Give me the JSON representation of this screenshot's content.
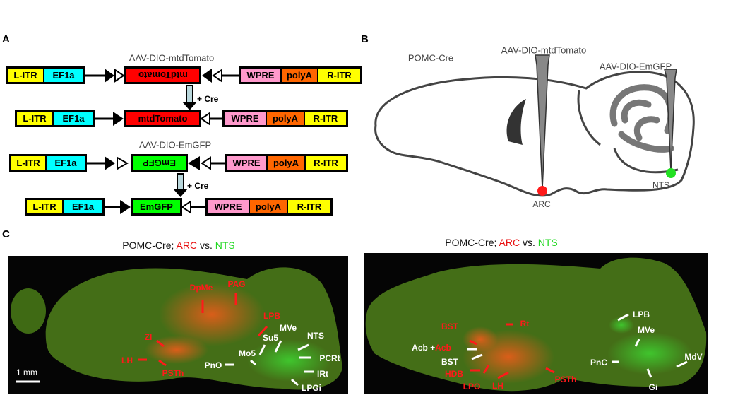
{
  "panels": {
    "a": "A",
    "b": "B",
    "c": "C"
  },
  "panel_a": {
    "construct1_title": "AAV-DIO-mtdTomato",
    "construct2_title": "AAV-DIO-EmGFP",
    "cre_label": "+ Cre",
    "elements": {
      "litr": "L-ITR",
      "ef1a": "EF1a",
      "mtdtomato": "mtdTomato",
      "emgfp": "EmGFP",
      "wpre": "WPRE",
      "polya": "polyA",
      "ritr": "R-ITR"
    },
    "colors": {
      "litr": "#ffff00",
      "ef1a": "#00ffff",
      "mtdtomato": "#ff0000",
      "emgfp": "#00ff00",
      "wpre": "#ff99cc",
      "polya": "#ff6600",
      "ritr": "#ffff00"
    }
  },
  "panel_b": {
    "mouse_line": "POMC-Cre",
    "virus1": "AAV-DIO-mtdTomato",
    "virus2": "AAV-DIO-EmGFP",
    "site1": "ARC",
    "site2": "NTS"
  },
  "panel_c": {
    "title_prefix": "POMC-Cre; ",
    "title_red": "ARC",
    "title_mid": " vs. ",
    "title_green": "NTS",
    "scale_bar": "1 mm",
    "left_labels": {
      "dpme": "DpMe",
      "pag": "PAG",
      "lpb": "LPB",
      "zi": "ZI",
      "lh": "LH",
      "psth": "PSTh",
      "mve": "MVe",
      "su5": "Su5",
      "mo5": "Mo5",
      "pno": "PnO",
      "nts": "NTS",
      "pcrt": "PCRt",
      "irt": "IRt",
      "lpgi": "LPGi"
    },
    "right_labels": {
      "rt": "Rt",
      "bst_red": "BST",
      "acb_white": "Acb +",
      "acb_red": "Acb",
      "bst_white": "BST",
      "hdb": "HDB",
      "lpo": "LPO",
      "lh": "LH",
      "psth": "PSTh",
      "lpb": "LPB",
      "mve": "MVe",
      "pnc": "PnC",
      "mdv": "MdV",
      "gi": "Gi"
    }
  }
}
